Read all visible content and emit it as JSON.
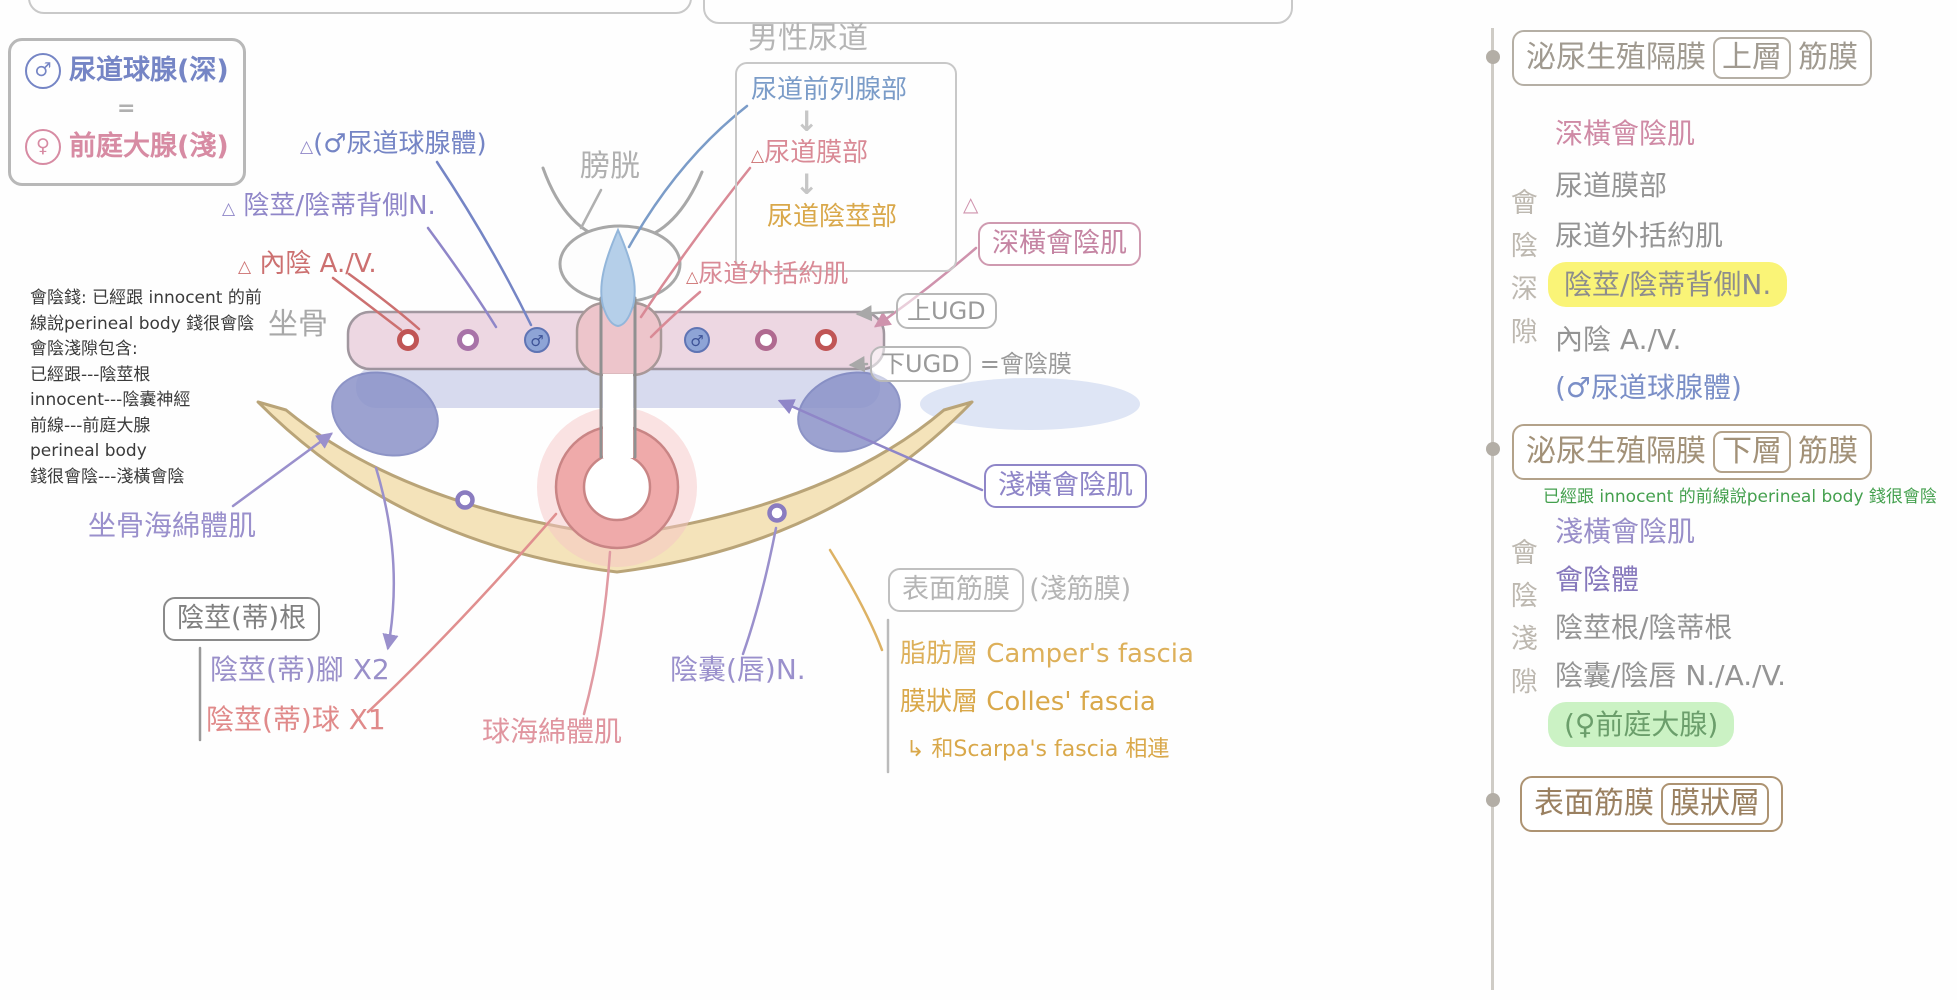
{
  "accent_colors": {
    "blue": "#7585c5",
    "pink_muscle": "#c585a3",
    "red": "#cc7070",
    "salmon": "#d98a96",
    "purple": "#8f86c8",
    "lavender": "#9a90cc",
    "orange": "#d9a84a",
    "gray": "#9a9a9a",
    "green": "#44a04e",
    "yellow_highlight": "#faf477",
    "green_highlight": "#cbf2c4",
    "cream_band": "#f4e3ba",
    "pink_band": "#ecd4e0"
  },
  "legend": {
    "male_symbol": "♂",
    "male_text": "尿道球腺(深)",
    "equals": "=",
    "female_symbol": "♀",
    "female_text": "前庭大腺(淺)"
  },
  "notes": {
    "lines": [
      "會陰錢: 已經跟 innocent 的前",
      "線說perineal body 錢很會陰",
      "會陰淺隙包含:",
      "已經跟---陰莖根",
      "innocent---陰囊神經",
      "前線---前庭大腺",
      "perineal body",
      "錢很會陰---淺橫會陰"
    ]
  },
  "diagram": {
    "male_symbol": "♂",
    "triangle": "△",
    "male_urethra_title": "男性尿道",
    "flow": {
      "step1": "尿道前列腺部",
      "arrow": "↓",
      "step2": "尿道膜部",
      "step3": "尿道陰莖部"
    },
    "bladder": "膀胱",
    "ischium": "坐骨",
    "bulbourethral_body": "(♂尿道球腺體)",
    "dorsal_nerve": "陰莖/陰蒂背側N.",
    "pudendal_av": "內陰 A./V.",
    "external_sphincter": "尿道外括約肌",
    "deep_transverse_m": "深橫會陰肌",
    "upper_ugd": "上UGD",
    "lower_ugd": "下UGD",
    "lower_ugd_eq": "=會陰膜",
    "superficial_transverse_m": "淺橫會陰肌",
    "ischiocavernosus": "坐骨海綿體肌",
    "root": "陰莖(蒂)根",
    "crus": "陰莖(蒂)腳 X2",
    "bulb": "陰莖(蒂)球 X1",
    "bulbospongiosus": "球海綿體肌",
    "scrotal_n": "陰囊(唇)N.",
    "superficial_fascia": "表面筋膜",
    "superficial_fascia_paren": "(淺筋膜)",
    "fat_layer": "脂肪層 Camper's fascia",
    "membranous_layer": "膜狀層 Colles' fascia",
    "scarpa_note": "↳ 和Scarpa's fascia 相連"
  },
  "sidebar": {
    "section_deep": {
      "title_prefix": "泌尿生殖隔膜",
      "title_boxed": "上層",
      "title_suffix": "筋膜",
      "vertical_label": "會陰深隙",
      "items": [
        {
          "text": "深橫會陰肌"
        },
        {
          "text": "尿道膜部"
        },
        {
          "text": "尿道外括約肌"
        },
        {
          "text": "陰莖/陰蒂背側N."
        },
        {
          "text": "內陰 A./V."
        },
        {
          "text": "(♂尿道球腺體)"
        }
      ]
    },
    "section_superficial": {
      "title_prefix": "泌尿生殖隔膜",
      "title_boxed": "下層",
      "title_suffix": "筋膜",
      "note": "已經跟 innocent 的前線說perineal body 錢很會陰",
      "vertical_label": "會陰淺隙",
      "items": [
        {
          "text": "淺橫會陰肌"
        },
        {
          "text": "會陰體"
        },
        {
          "text": "陰莖根/陰蒂根"
        },
        {
          "text": "陰囊/陰唇 N./A./V."
        },
        {
          "text": "(♀前庭大腺)"
        }
      ]
    },
    "section_fascia": {
      "title_prefix": "表面筋膜",
      "title_boxed": "膜狀層"
    }
  }
}
